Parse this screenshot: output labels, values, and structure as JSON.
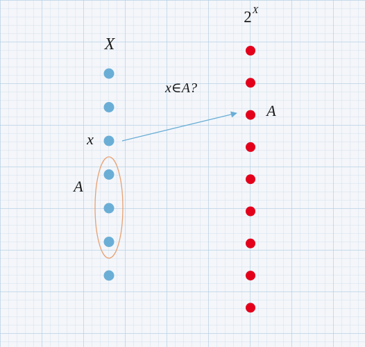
{
  "colors": {
    "set_point": "#6aaed6",
    "powerset_point": "#e3001b",
    "ellipse": "#e8a070",
    "arrow": "#6aaed6",
    "text": "#1a1a1a"
  },
  "set_x": {
    "label": "X",
    "point_count": 7,
    "element_label": "x",
    "element_index": 2
  },
  "subset": {
    "label": "A",
    "first_index": 3,
    "last_index": 5
  },
  "powerset": {
    "base": "2",
    "exponent": "X",
    "point_count": 9,
    "target_label": "A",
    "target_index": 2
  },
  "arrow": {
    "label": "x∈A?"
  }
}
